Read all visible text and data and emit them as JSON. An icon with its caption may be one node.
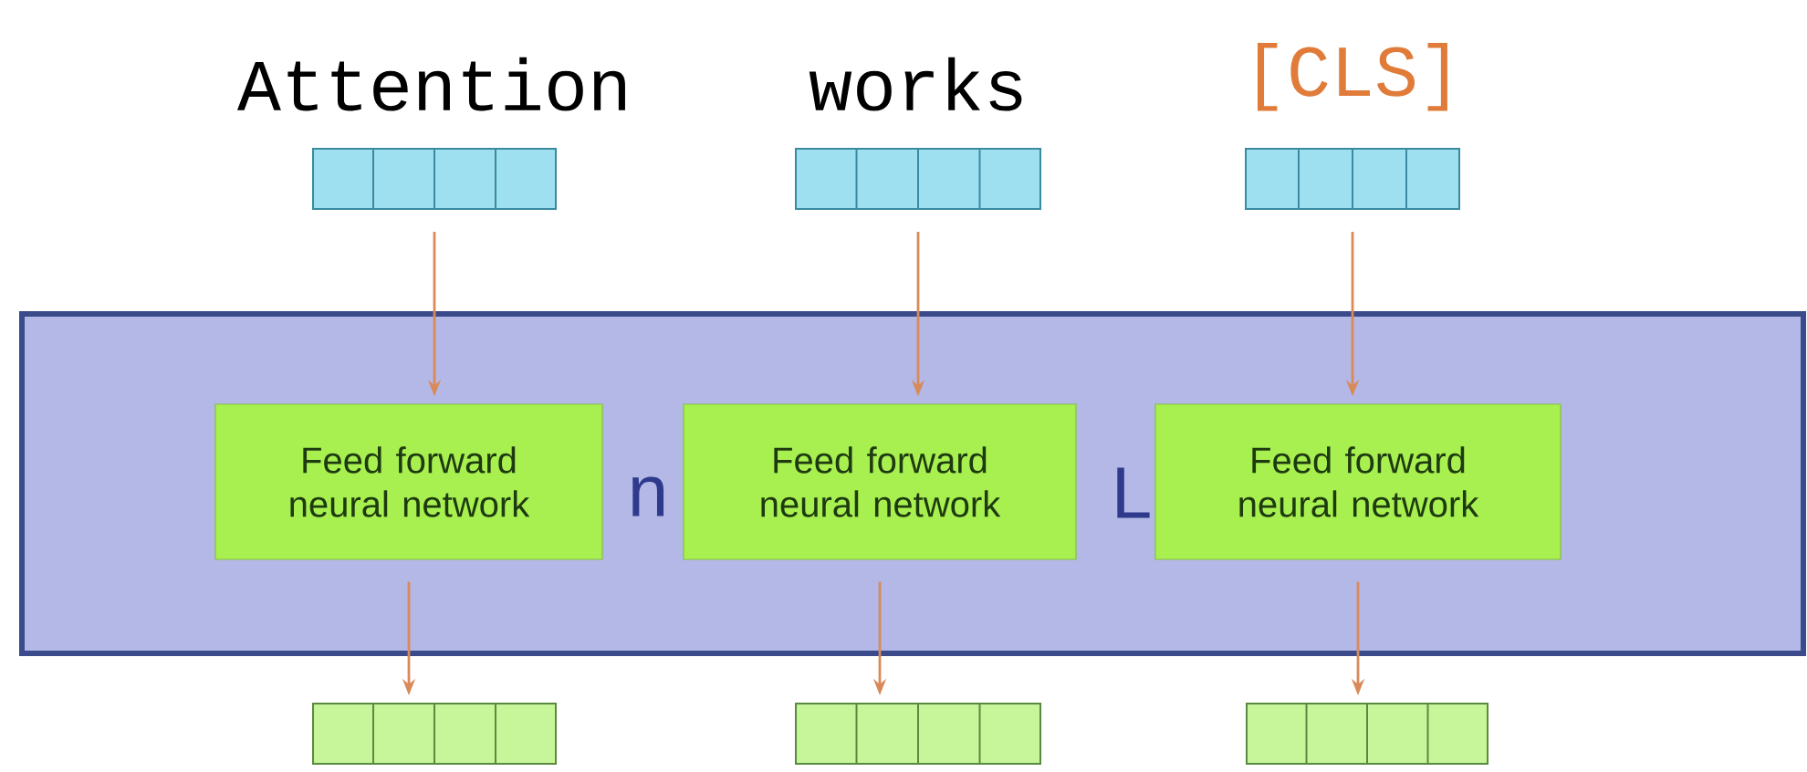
{
  "diagram": {
    "nodes": [
      {
        "text": [],
        "shape": "box",
        "beside": [
          "Attention"
        ]
      },
      {
        "text": [],
        "shape": "box",
        "beside": [
          "works"
        ]
      },
      {
        "text": [],
        "shape": "box",
        "beside": [
          "[CLS]"
        ]
      },
      {
        "text": [],
        "shape": "band"
      },
      {
        "text": [
          "Feed forward neural network"
        ],
        "in": 3
      },
      {
        "text": [
          "Feed forward neural network"
        ],
        "in": 3
      },
      {
        "text": [
          "Feed forward neural network"
        ],
        "in": 3
      },
      {
        "text": [],
        "shape": "box"
      },
      {
        "text": [],
        "shape": "box"
      },
      {
        "text": [],
        "shape": "box"
      }
    ],
    "edges": [
      {
        "from": 0,
        "to": 4,
        "arrow": "to"
      },
      {
        "from": 1,
        "to": 5,
        "arrow": "to"
      },
      {
        "from": 2,
        "to": 6,
        "arrow": "to"
      },
      {
        "from": 4,
        "to": 7,
        "arrow": "to"
      },
      {
        "from": 5,
        "to": 8,
        "arrow": "to"
      },
      {
        "from": 6,
        "to": 9,
        "arrow": "to"
      }
    ],
    "labels": [
      "n",
      "L"
    ]
  }
}
